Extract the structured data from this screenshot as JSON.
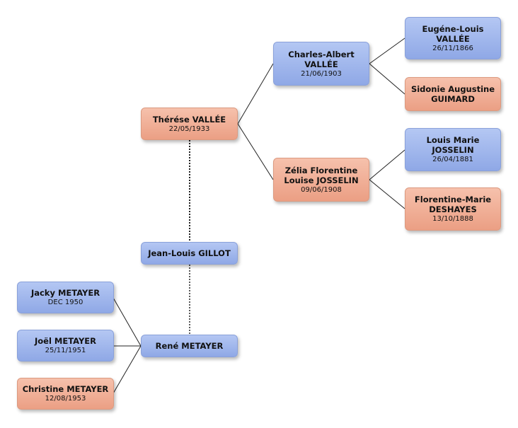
{
  "people": {
    "eugene": {
      "name": "Eugéne-Louis VALLÉE",
      "date": "26/11/1866"
    },
    "sidonie": {
      "name": "Sidonie Augustine GUIMARD",
      "date": ""
    },
    "louis": {
      "name": "Louis Marie JOSSELIN",
      "date": "26/04/1881"
    },
    "florentine": {
      "name": "Florentine-Marie DESHAYES",
      "date": "13/10/1888"
    },
    "charles": {
      "name": "Charles-Albert VALLÉE",
      "date": "21/06/1903"
    },
    "zelia": {
      "name": "Zélia Florentine Louise JOSSELIN",
      "date": "09/06/1908"
    },
    "therese": {
      "name": "Thérése VALLÉE",
      "date": "22/05/1933"
    },
    "jeanlouis": {
      "name": "Jean-Louis GILLOT",
      "date": ""
    },
    "rene": {
      "name": "René METAYER",
      "date": ""
    },
    "jacky": {
      "name": "Jacky METAYER",
      "date": "DEC 1950"
    },
    "joel": {
      "name": "Joël METAYER",
      "date": "25/11/1951"
    },
    "christine": {
      "name": "Christine METAYER",
      "date": "12/08/1953"
    }
  },
  "colors": {
    "male": "#9fb5ec",
    "female": "#f0ad94",
    "line": "#222222"
  }
}
